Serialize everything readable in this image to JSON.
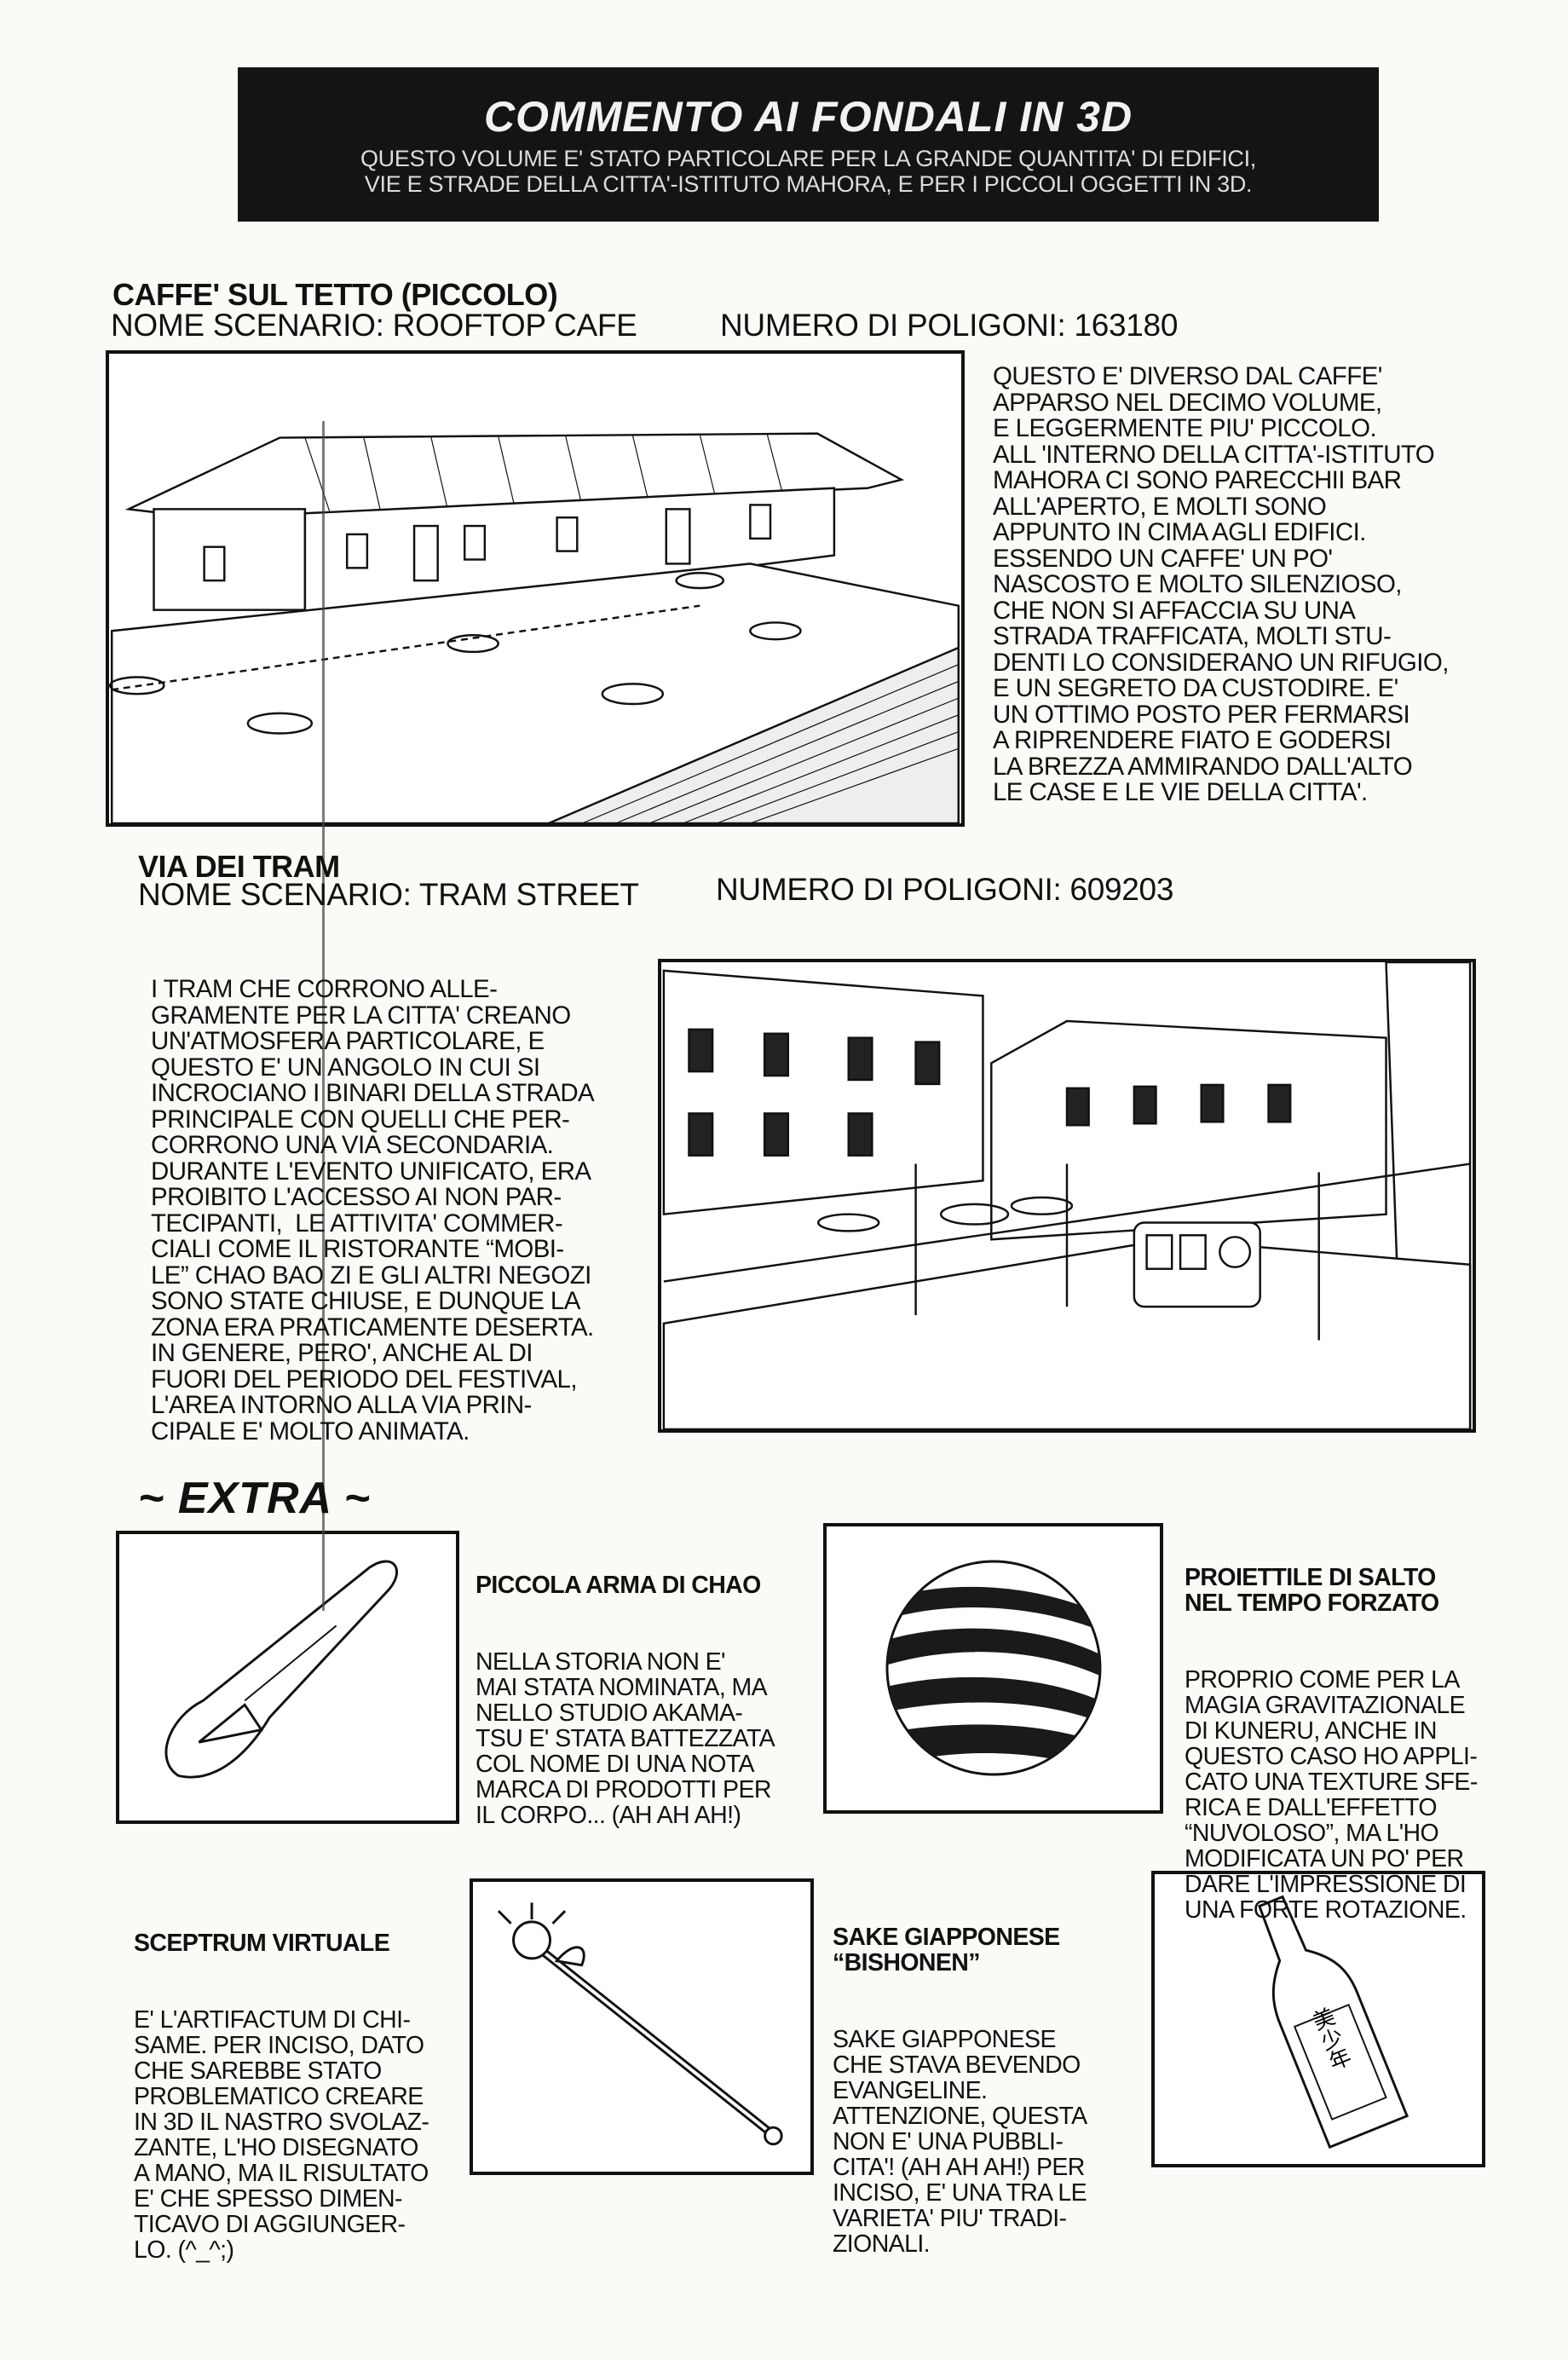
{
  "header": {
    "title": "COMMENTO AI FONDALI IN 3D",
    "intro_lines": [
      "QUESTO VOLUME E' STATO PARTICOLARE PER LA GRANDE QUANTITA' DI EDIFICI,",
      "VIE E STRADE DELLA CITTA'-ISTITUTO MAHORA, E PER I PICCOLI OGGETTI IN 3D."
    ]
  },
  "sections": [
    {
      "title": "CAFFE' SUL TETTO (PICCOLO)",
      "scenario": "NOME SCENARIO: ROOFTOP CAFE",
      "polygons": "NUMERO DI POLIGONI: 163180",
      "text": "QUESTO E' DIVERSO DAL CAFFE'\nAPPARSO NEL DECIMO VOLUME,\nE LEGGERMENTE PIU' PICCOLO.\nALL 'INTERNO DELLA CITTA'-ISTITUTO\nMAHORA CI SONO PARECCHII BAR\nALL'APERTO, E MOLTI SONO\nAPPUNTO IN CIMA AGLI EDIFICI.\nESSENDO UN CAFFE' UN PO'\nNASCOSTO E MOLTO SILENZIOSO,\nCHE NON SI AFFACCIA SU UNA\nSTRADA TRAFFICATA, MOLTI STU-\nDENTI LO CONSIDERANO UN RIFUGIO,\nE UN SEGRETO DA CUSTODIRE. E'\nUN OTTIMO POSTO PER FERMARSI\nA RIPRENDERE FIATO E GODERSI\nLA BREZZA AMMIRANDO DALL'ALTO\nLE CASE E LE VIE DELLA CITTA'."
    },
    {
      "title": "VIA DEI TRAM",
      "scenario": "NOME SCENARIO: TRAM STREET",
      "polygons": "NUMERO DI POLIGONI: 609203",
      "text": "I TRAM CHE CORRONO ALLE-\nGRAMENTE PER LA CITTA' CREANO\nUN'ATMOSFERA PARTICOLARE, E\nQUESTO E' UN ANGOLO IN CUI SI\nINCROCIANO I BINARI DELLA STRADA\nPRINCIPALE CON QUELLI CHE PER-\nCORRONO UNA VIA SECONDARIA.\nDURANTE L'EVENTO UNIFICATO, ERA\nPROIBITO L'ACCESSO AI NON PAR-\nTECIPANTI,  LE ATTIVITA' COMMER-\nCIALI COME IL RISTORANTE “MOBI-\nLE” CHAO BAO ZI E GLI ALTRI NEGOZI\nSONO STATE CHIUSE, E DUNQUE LA\nZONA ERA PRATICAMENTE DESERTA.\nIN GENERE, PERO', ANCHE AL DI\nFUORI DEL PERIODO DEL FESTIVAL,\nL'AREA INTORNO ALLA VIA PRIN-\nCIPALE E' MOLTO ANIMATA."
    }
  ],
  "extra": {
    "heading": "~ EXTRA ~",
    "items": [
      {
        "title": "PICCOLA ARMA DI CHAO",
        "text": "NELLA STORIA NON E'\nMAI STATA NOMINATA, MA\nNELLO STUDIO AKAMA-\nTSU E' STATA BATTEZZATA\nCOL NOME DI UNA NOTA\nMARCA DI PRODOTTI PER\nIL CORPO... (AH AH AH!)"
      },
      {
        "title": "PROIETTILE DI SALTO\nNEL TEMPO FORZATO",
        "text": "PROPRIO COME PER LA\nMAGIA GRAVITAZIONALE\nDI KUNERU, ANCHE IN\nQUESTO CASO HO APPLI-\nCATO UNA TEXTURE SFE-\nRICA E DALL'EFFETTO\n“NUVOLOSO”, MA L'HO\nMODIFICATA UN PO' PER\nDARE L'IMPRESSIONE DI\nUNA FORTE ROTAZIONE."
      },
      {
        "title": "SCEPTRUM VIRTUALE",
        "text": "E' L'ARTIFACTUM DI CHI-\nSAME. PER INCISO, DATO\nCHE SAREBBE STATO\nPROBLEMATICO CREARE\nIN 3D IL NASTRO SVOLAZ-\nZANTE, L'HO DISEGNATO\nA MANO, MA IL RISULTATO\nE' CHE SPESSO DIMEN-\nTICAVO DI AGGIUNGER-\nLO. (^_^;)"
      },
      {
        "title": "SAKE GIAPPONESE\n“BISHONEN”",
        "text": "SAKE GIAPPONESE\nCHE STAVA BEVENDO\nEVANGELINE.\nATTENZIONE, QUESTA\nNON E' UNA PUBBLI-\nCITA'! (AH AH AH!) PER\nINCISO, E' UNA TRA LE\nVARIETA' PIU' TRADI-\nZIONALI.",
        "bottle_label": "美少年"
      }
    ]
  }
}
